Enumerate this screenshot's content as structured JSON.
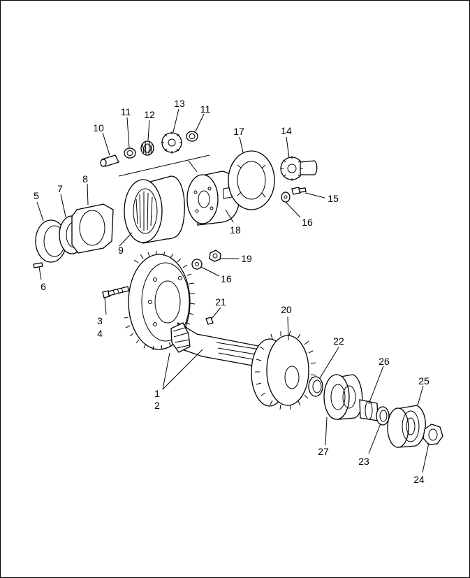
{
  "diagram": {
    "callouts": {
      "c1": "1",
      "c2": "2",
      "c3": "3",
      "c4": "4",
      "c5": "5",
      "c6": "6",
      "c7": "7",
      "c8": "8",
      "c9": "9",
      "c10": "10",
      "c11a": "11",
      "c11b": "11",
      "c12": "12",
      "c13": "13",
      "c14": "14",
      "c15": "15",
      "c16a": "16",
      "c16b": "16",
      "c17": "17",
      "c18": "18",
      "c19": "19",
      "c20": "20",
      "c21": "21",
      "c22": "22",
      "c23": "23",
      "c24": "24",
      "c25": "25",
      "c26": "26",
      "c27": "27"
    }
  }
}
